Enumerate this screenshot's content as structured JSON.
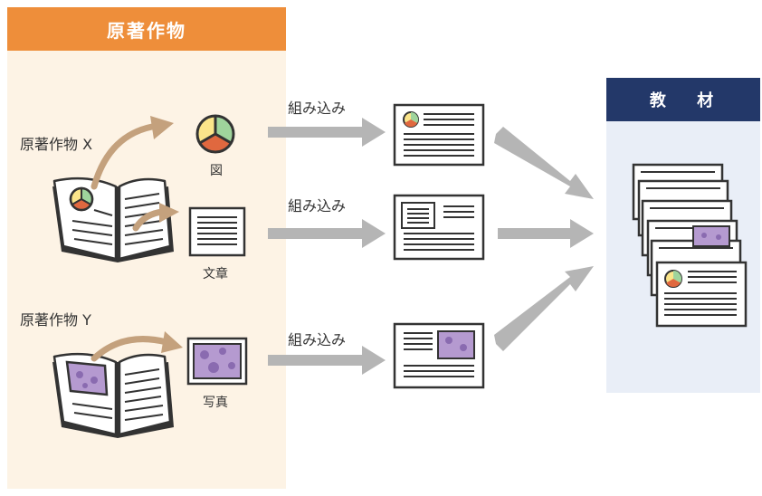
{
  "left_panel": {
    "title": "原著作物"
  },
  "right_panel": {
    "title": "教 材"
  },
  "works": [
    {
      "label": "原著作物 X"
    },
    {
      "label": "原著作物 Y"
    }
  ],
  "parts": [
    {
      "label": "図"
    },
    {
      "label": "文章"
    },
    {
      "label": "写真"
    }
  ],
  "flows": [
    {
      "label": "組み込み"
    },
    {
      "label": "組み込み"
    },
    {
      "label": "組み込み"
    }
  ],
  "colors": {
    "left_header": "#ee8e3a",
    "left_bg": "#fdf3e5",
    "right_header": "#233869",
    "right_bg": "#e9eef7",
    "arrow_curve": "#c4a17d",
    "arrow_flow": "#b5b5b5",
    "pie_red": "#e0683f",
    "pie_green": "#9fd49c",
    "pie_yellow": "#fbe58a",
    "photo_purple": "#b59ad0"
  },
  "icons": [
    "open-book-icon",
    "pie-chart-icon",
    "text-document-icon",
    "photo-icon",
    "page-icon",
    "stacked-pages-icon"
  ]
}
